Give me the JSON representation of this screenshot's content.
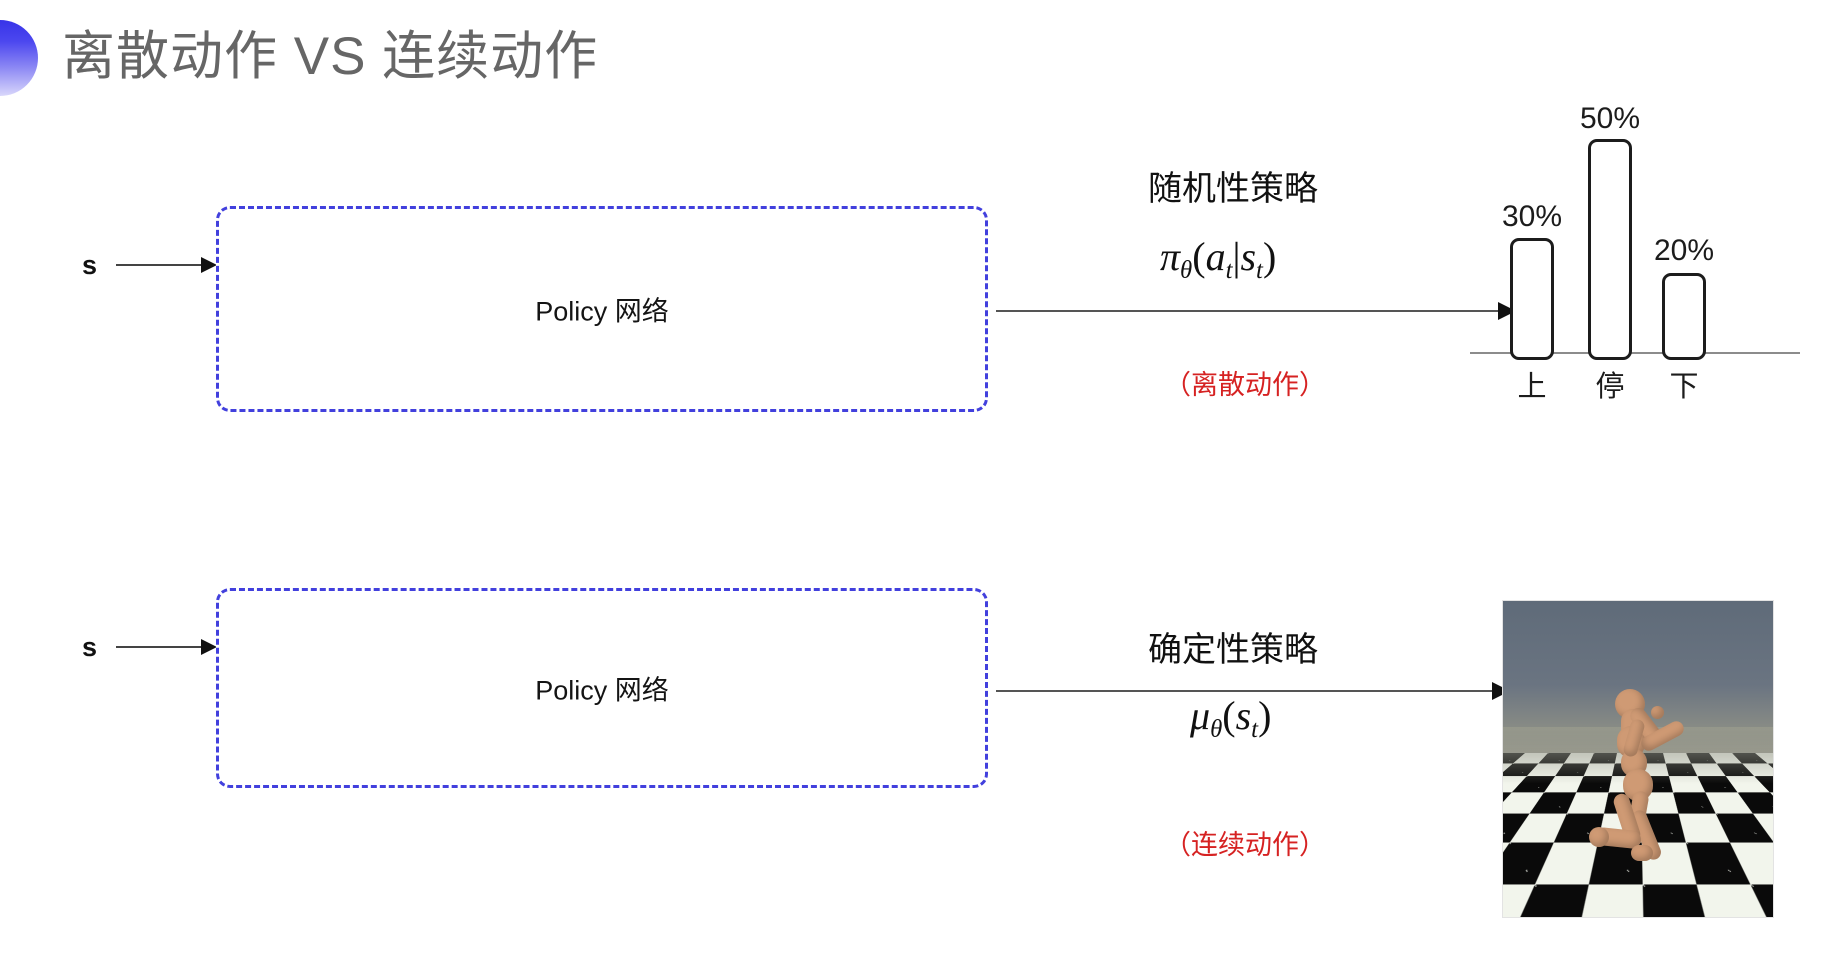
{
  "slide": {
    "title": "离散动作 VS 连续动作",
    "bullet_icon": "gradient-half-circle-bullet",
    "accent_color": "#3734e8"
  },
  "rows": [
    {
      "input_label": "s",
      "box_label": "Policy 网络",
      "policy_kind": "随机性策略",
      "formula": {
        "fn": "π",
        "theta": "θ",
        "open": "(",
        "arg1": "a",
        "sub1": "t",
        "bar": "|",
        "arg2": "s",
        "sub2": "t",
        "close": ")"
      },
      "action_kind": "（离散动作）",
      "action_kind_color": "#d62222",
      "output_type": "bar-chart"
    },
    {
      "input_label": "s",
      "box_label": "Policy 网络",
      "policy_kind": "确定性策略",
      "formula": {
        "fn": "μ",
        "theta": "θ",
        "open": "(",
        "arg1": "s",
        "sub1": "t",
        "close": ")"
      },
      "action_kind": "（连续动作）",
      "action_kind_color": "#d62222",
      "output_type": "humanoid-sim-image"
    }
  ],
  "chart_data": {
    "type": "bar",
    "title": "",
    "xlabel": "",
    "ylabel": "",
    "categories": [
      "上",
      "停",
      "下"
    ],
    "values": [
      30,
      50,
      20
    ],
    "value_labels": [
      "30%",
      "50%",
      "20%"
    ],
    "ylim": [
      0,
      55
    ],
    "grid": false,
    "legend": false,
    "bar_style": "white-fill-black-rounded-outline"
  },
  "sim": {
    "caption": "",
    "scene": "mujoco-humanoid-on-checkerboard-floor",
    "sky_color": "#667280",
    "floor_colors": [
      "#f2f5ec",
      "#0a0a0a"
    ],
    "body_color": "#cf9a74"
  }
}
